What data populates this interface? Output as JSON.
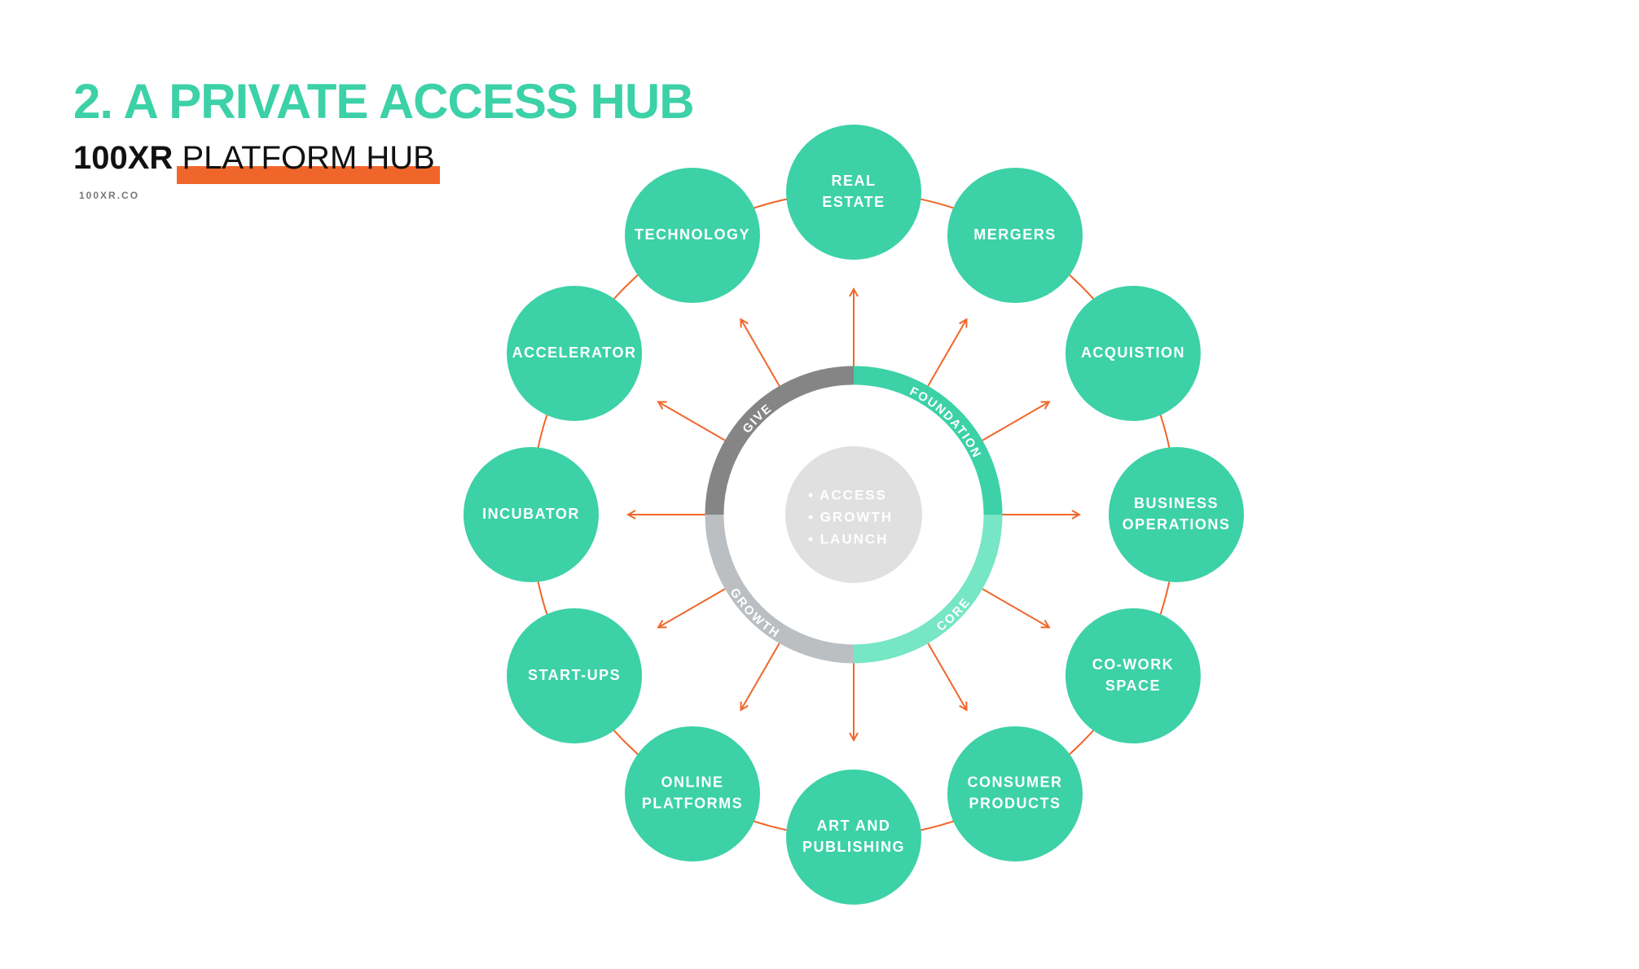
{
  "header": {
    "title": "2. A PRIVATE ACCESS HUB",
    "subtitle_bold": "100XR",
    "subtitle_rest": "PLATFORM HUB",
    "site": "100XR.CO"
  },
  "colors": {
    "accent": "#3cd1a7",
    "core_light": "#76e6c4",
    "orange": "#f0662a",
    "give_gray": "#858585",
    "growth_gray": "#bcbfc2",
    "center_gray": "#e0e0e0",
    "text_dark": "#111111"
  },
  "hub": {
    "center_items": [
      "• ACCESS",
      "• GROWTH",
      "• LAUNCH"
    ],
    "segments": [
      {
        "label": "FOUNDATION"
      },
      {
        "label": "CORE"
      },
      {
        "label": "GROWTH"
      },
      {
        "label": "GIVE"
      }
    ]
  },
  "nodes": [
    {
      "label": [
        "REAL",
        "ESTATE"
      ]
    },
    {
      "label": [
        "MERGERS"
      ]
    },
    {
      "label": [
        "ACQUISTION"
      ]
    },
    {
      "label": [
        "BUSINESS",
        "OPERATIONS"
      ]
    },
    {
      "label": [
        "CO-WORK",
        "SPACE"
      ]
    },
    {
      "label": [
        "CONSUMER",
        "PRODUCTS"
      ]
    },
    {
      "label": [
        "ART AND",
        "PUBLISHING"
      ]
    },
    {
      "label": [
        "ONLINE",
        "PLATFORMS"
      ]
    },
    {
      "label": [
        "START-UPS"
      ]
    },
    {
      "label": [
        "INCUBATOR"
      ]
    },
    {
      "label": [
        "ACCELERATOR"
      ]
    },
    {
      "label": [
        "TECHNOLOGY"
      ]
    }
  ]
}
